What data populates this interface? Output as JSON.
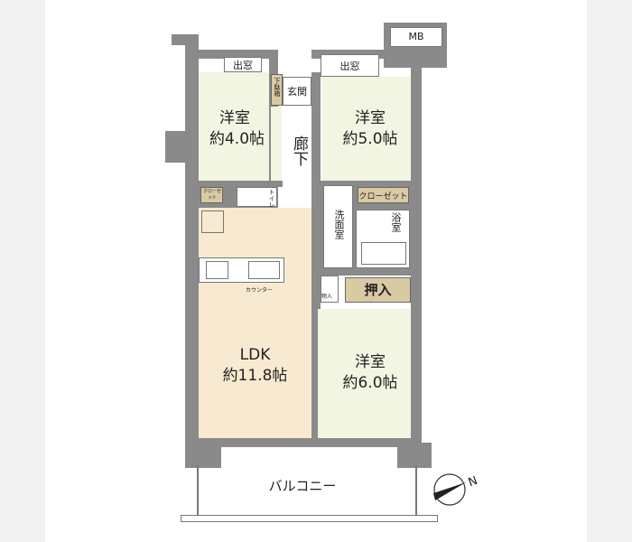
{
  "rooms": {
    "western1": {
      "name": "洋室",
      "size": "約4.0帖"
    },
    "western2": {
      "name": "洋室",
      "size": "約5.0帖"
    },
    "western3": {
      "name": "洋室",
      "size": "約6.0帖"
    },
    "ldk": {
      "name": "LDK",
      "size": "約11.8帖"
    },
    "hallway": "廊下",
    "entrance": "玄関",
    "shoe_box": "下駄箱",
    "bay_window1": "出窓",
    "bay_window2": "出窓",
    "mb": "MB",
    "closet_small": "クローゼット",
    "closet": "クローゼット",
    "toilet": "トイレ",
    "washroom": "洗面室",
    "bath": "浴室",
    "counter": "カウンター",
    "storage": "物入",
    "oshiire": "押入",
    "balcony": "バルコニー"
  },
  "compass": {
    "north_label": "N"
  },
  "colors": {
    "wall": "#8a8a8a",
    "western": "#f3f5e3",
    "ldk": "#f8ead0",
    "storage": "#d9caa3"
  }
}
